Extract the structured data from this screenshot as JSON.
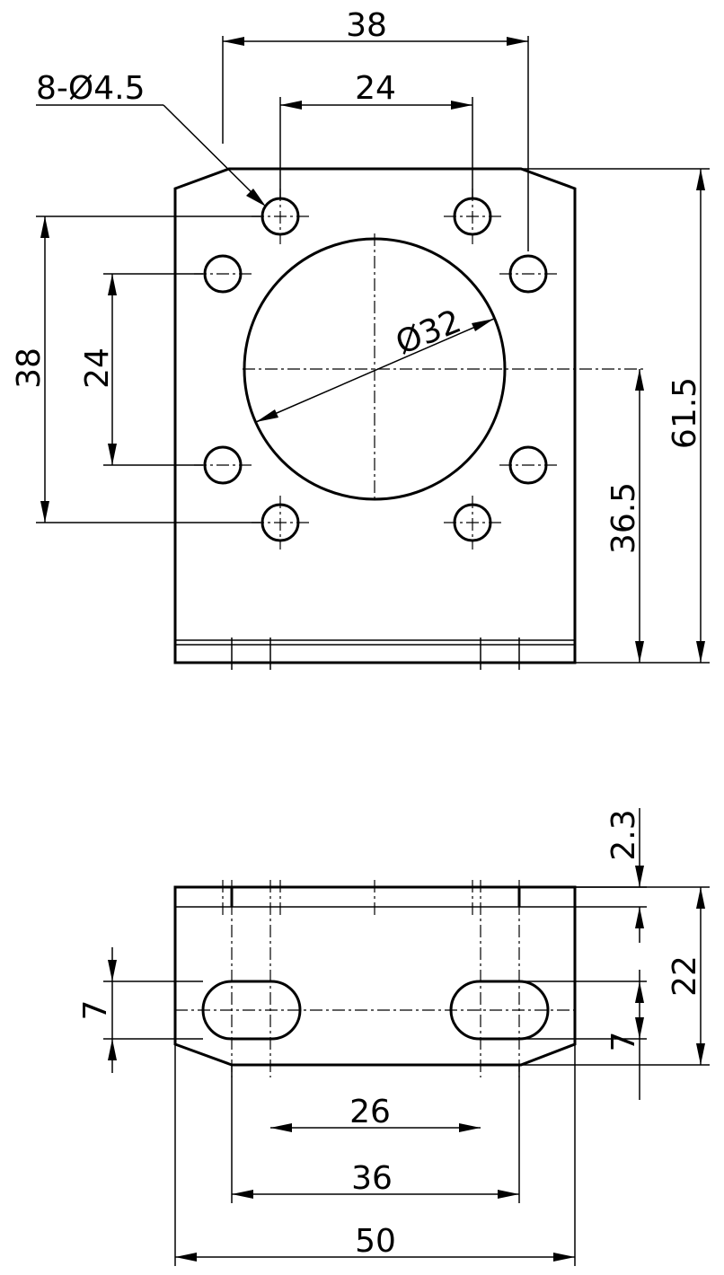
{
  "drawing": {
    "front_view": {
      "dim_outer_hole_spacing_horizontal": "38",
      "dim_inner_hole_spacing_horizontal": "24",
      "dim_hole_callout": "8-Ø4.5",
      "dim_outer_hole_spacing_vertical": "38",
      "dim_inner_hole_spacing_vertical": "24",
      "dim_bore_diameter": "Ø32",
      "dim_center_height": "36.5",
      "dim_total_height": "61.5"
    },
    "bottom_view": {
      "dim_plate_thickness": "2.3",
      "dim_depth": "22",
      "dim_slot_width_left": "7",
      "dim_slot_width_right": "7",
      "dim_slot_inner_spacing": "26",
      "dim_slot_outer_spacing": "36",
      "dim_total_width": "50"
    }
  }
}
